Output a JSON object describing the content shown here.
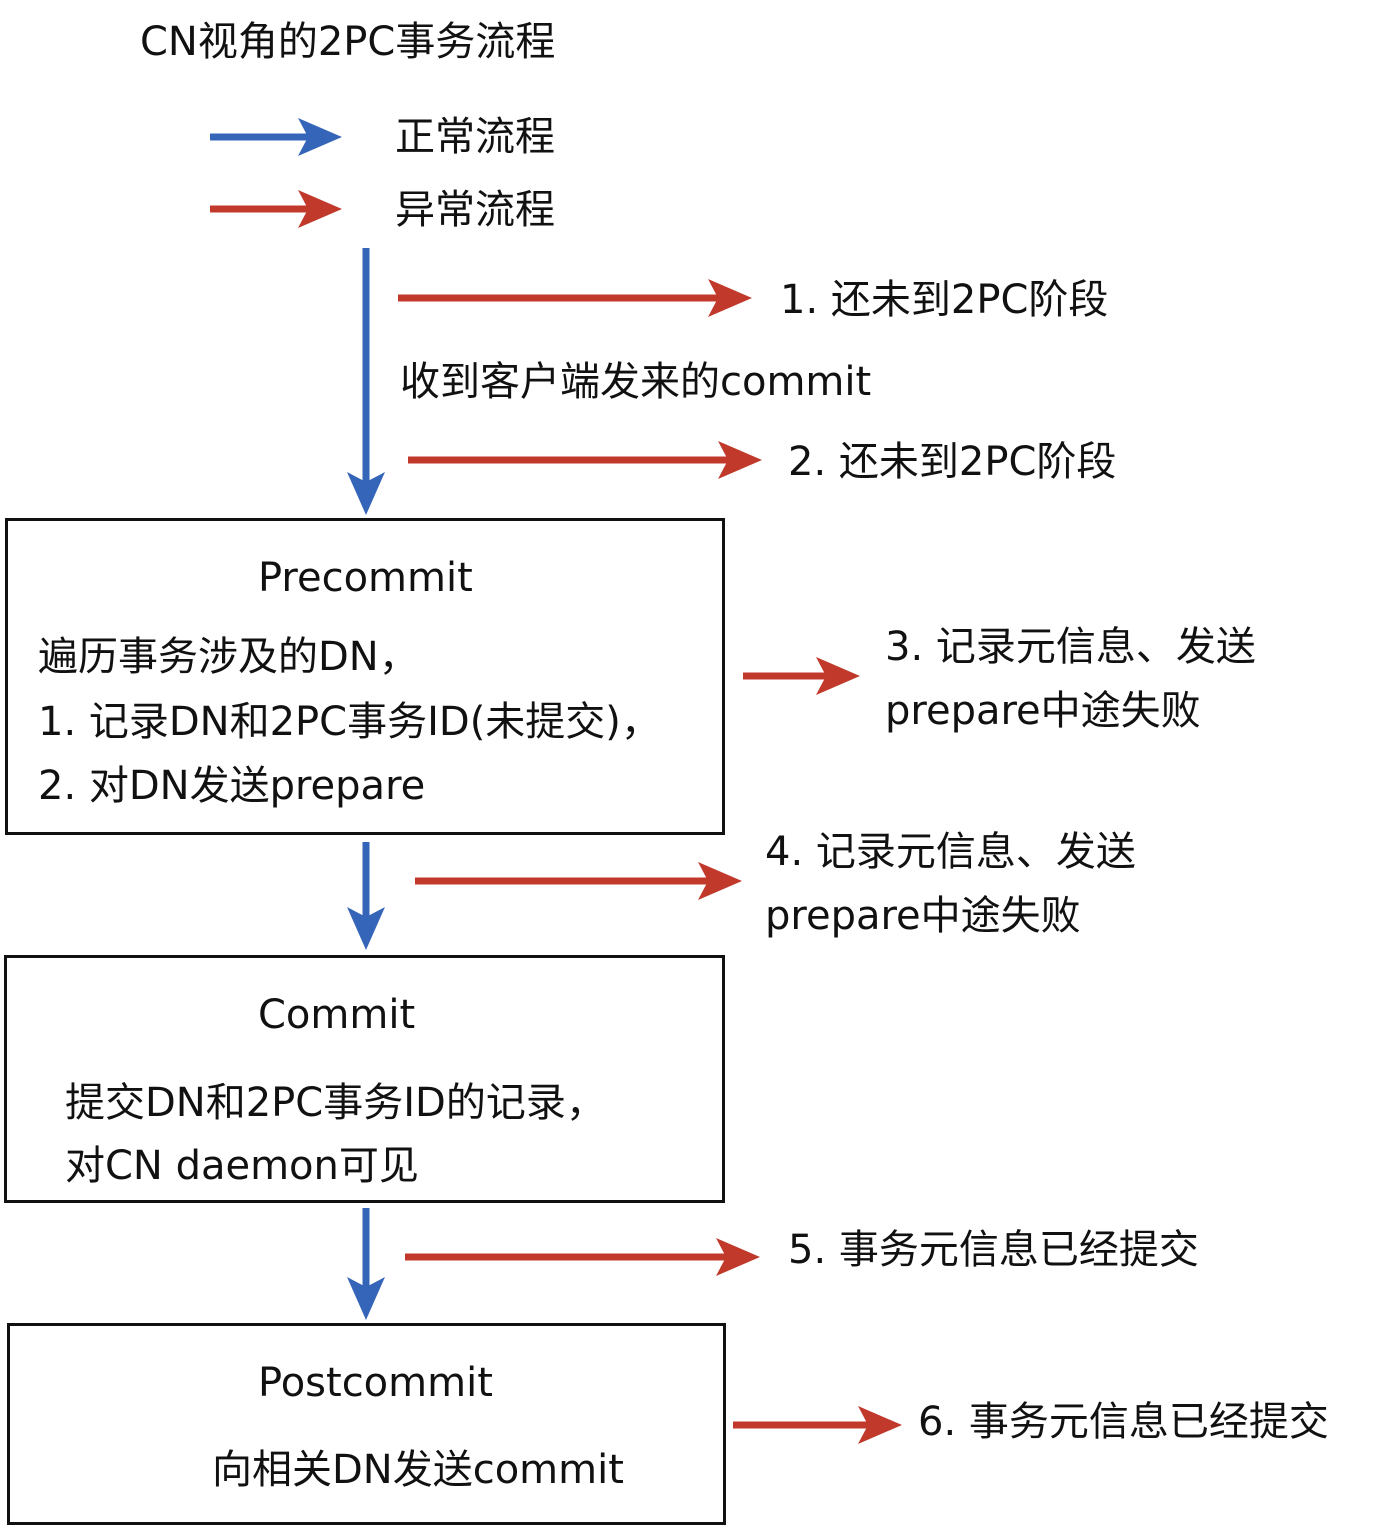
{
  "title": "CN视角的2PC事务流程",
  "legend": {
    "normal": {
      "label": "正常流程",
      "color": "#3565b8"
    },
    "abnormal": {
      "label": "异常流程",
      "color": "#c0392b"
    }
  },
  "client_commit": "收到客户端发来的commit",
  "boxes": {
    "precommit": {
      "title": "Precommit",
      "lines": [
        "遍历事务涉及的DN，",
        "1. 记录DN和2PC事务ID(未提交)，",
        "2. 对DN发送prepare"
      ]
    },
    "commit": {
      "title": "Commit",
      "lines": [
        "提交DN和2PC事务ID的记录，",
        "对CN daemon可见"
      ]
    },
    "postcommit": {
      "title": "Postcommit",
      "lines": [
        "向相关DN发送commit"
      ]
    }
  },
  "failures": [
    {
      "text": "1. 还未到2PC阶段"
    },
    {
      "text": "2. 还未到2PC阶段"
    },
    {
      "line1": "3. 记录元信息、发送",
      "line2": "prepare中途失败"
    },
    {
      "line1": "4. 记录元信息、发送",
      "line2": "prepare中途失败"
    },
    {
      "text": "5. 事务元信息已经提交"
    },
    {
      "text": "6. 事务元信息已经提交"
    }
  ]
}
